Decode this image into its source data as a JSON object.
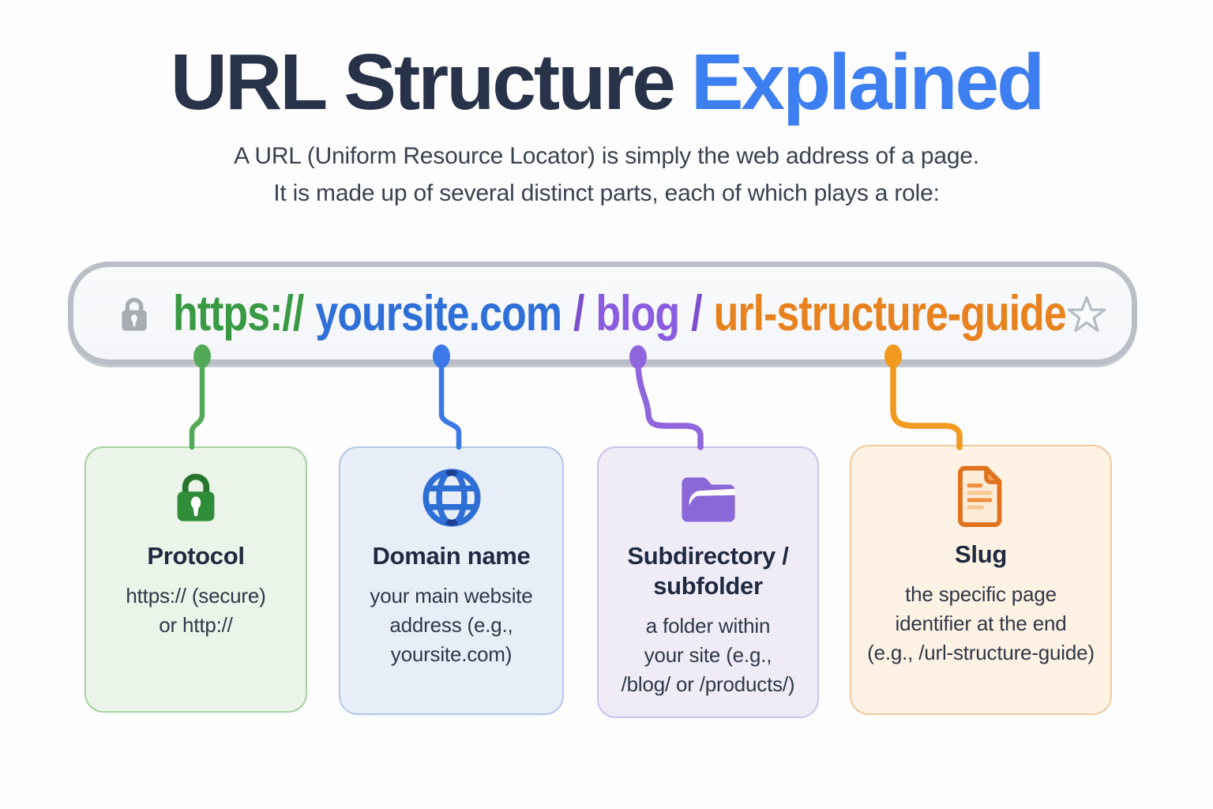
{
  "title": {
    "part1": "URL Structure",
    "part2": "Explained",
    "part1_color": "#28334a",
    "part2_color": "#3d7ef0"
  },
  "subtitle": {
    "line1": "A URL (Uniform Resource Locator) is simply the web address of a page.",
    "line2": "It is made up of several distinct parts, each of which plays a role:"
  },
  "url_bar": {
    "lock_icon": "padlock-icon",
    "star_icon": "star-outline-icon",
    "segments": [
      {
        "name": "protocol",
        "text": "https://",
        "color": "#3a9a43"
      },
      {
        "name": "domain",
        "text": "yoursite.com",
        "color": "#2e6fd8"
      },
      {
        "name": "slash-1",
        "text": "/",
        "color": "#7c50cc"
      },
      {
        "name": "subdirectory",
        "text": "blog",
        "color": "#8a5ce0"
      },
      {
        "name": "slash-2",
        "text": "/",
        "color": "#7c50cc"
      },
      {
        "name": "slug",
        "text": "url-structure-guide",
        "color": "#e8821e"
      }
    ]
  },
  "connectors": [
    {
      "for": "protocol",
      "color": "#54a957"
    },
    {
      "for": "domain",
      "color": "#3c79e8"
    },
    {
      "for": "subdirectory",
      "color": "#9166dd"
    },
    {
      "for": "slug",
      "color": "#f2991f"
    }
  ],
  "cards": [
    {
      "id": "protocol",
      "icon": "lock-icon",
      "accent": "#2f8c39",
      "bg": "#eaf4e8",
      "border": "#a5d2a1",
      "title": "Protocol",
      "body": "https:// (secure)\nor http://"
    },
    {
      "id": "domain",
      "icon": "globe-icon",
      "accent": "#2e6fd6",
      "bg": "#e8eef8",
      "border": "#b2c9e9",
      "title": "Domain name",
      "body": "your main website\naddress (e.g.,\nyoursite.com)"
    },
    {
      "id": "subdirectory",
      "icon": "folder-icon",
      "accent": "#8a68d8",
      "bg": "#efecf8",
      "border": "#ccc2ec",
      "title": "Subdirectory /\nsubfolder",
      "body": "a folder within\nyour site (e.g.,\n/blog/ or /products/)"
    },
    {
      "id": "slug",
      "icon": "document-icon",
      "accent": "#e0731d",
      "bg": "#fdf2e3",
      "border": "#f2c99e",
      "title": "Slug",
      "body": "the specific page\nidentifier at the end\n(e.g., /url-structure-guide)"
    }
  ]
}
